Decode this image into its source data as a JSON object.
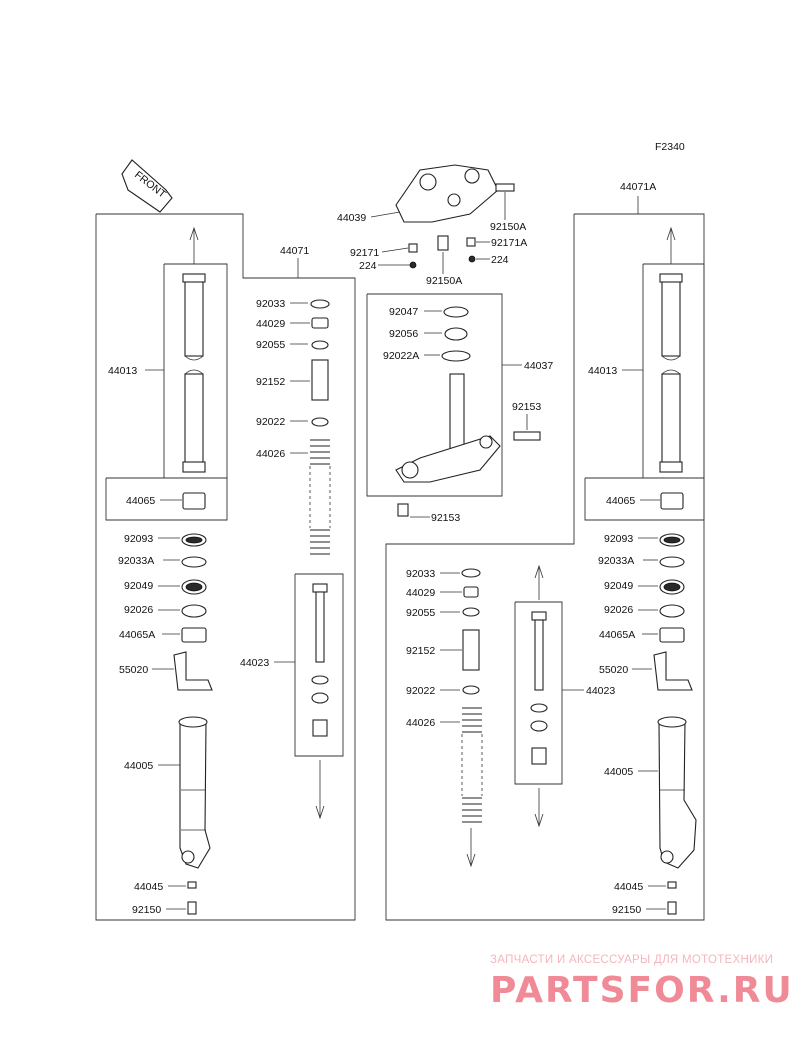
{
  "figure_code": "F2340",
  "front_label": "FRONT",
  "watermark": {
    "line1": "ЗАПЧАСТИ И АКСЕССУАРЫ ДЛЯ МОТОТЕХНИКИ",
    "line2": "PARTSFOR.RU"
  },
  "labels": {
    "l_44071": "44071",
    "l_44013": "44013",
    "l_44065": "44065",
    "l_92093": "92093",
    "l_92033A": "92033A",
    "l_92049": "92049",
    "l_92026": "92026",
    "l_44065A": "44065A",
    "l_55020": "55020",
    "l_44005": "44005",
    "l_44045": "44045",
    "l_92150": "92150",
    "c_92033": "92033",
    "c_44029": "44029",
    "c_92055": "92055",
    "c_92152": "92152",
    "c_92022": "92022",
    "c_44026": "44026",
    "c_44023": "44023",
    "t_44039": "44039",
    "t_92150A_r": "92150A",
    "t_92171": "92171",
    "t_92171A": "92171A",
    "t_224_l": "224",
    "t_224_r": "224",
    "t_92150A_b": "92150A",
    "s_92047": "92047",
    "s_92056": "92056",
    "s_92022A": "92022A",
    "s_44037": "44037",
    "s_92153_r": "92153",
    "s_92153_b": "92153",
    "r_44071A": "44071A",
    "r_44013": "44013",
    "r_44065": "44065",
    "r_92093": "92093",
    "r_92033A": "92033A",
    "r_92049": "92049",
    "r_92026": "92026",
    "r_44065A": "44065A",
    "r_55020": "55020",
    "r_44005": "44005",
    "r_44045": "44045",
    "r_92150": "92150",
    "m_92033": "92033",
    "m_44029": "44029",
    "m_92055": "92055",
    "m_92152": "92152",
    "m_92022": "92022",
    "m_44026": "44026",
    "m_44023": "44023"
  }
}
